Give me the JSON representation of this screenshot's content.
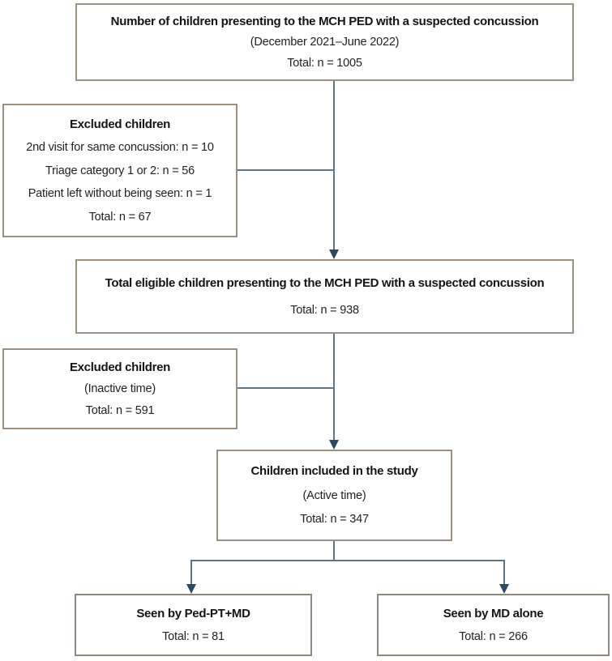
{
  "colors": {
    "background": "#ffffff",
    "box_border": "#9b9082",
    "connector_line": "#5f7389",
    "arrowhead": "#2e4a63",
    "text": "#1c1c1c"
  },
  "flowchart": {
    "top_box": {
      "title": "Number of children presenting to the MCH PED with a suspected concussion",
      "subtitle": "(December 2021–June 2022)",
      "total": "Total: n = 1005"
    },
    "excluded_box_1": {
      "title": "Excluded children",
      "items": [
        "2nd visit for same concussion: n = 10",
        "Triage category 1 or 2: n = 56",
        "Patient left without being seen: n = 1"
      ],
      "total": "Total: n = 67"
    },
    "eligible_box": {
      "title": "Total eligible children presenting to the MCH PED with a suspected concussion",
      "total": "Total: n = 938"
    },
    "excluded_box_2": {
      "title": "Excluded children",
      "subtitle": "(Inactive time)",
      "total": "Total: n = 591"
    },
    "included_box": {
      "title": "Children included in the study",
      "subtitle": "(Active time)",
      "total": "Total: n = 347"
    },
    "seen_ptmd_box": {
      "title": "Seen by Ped-PT+MD",
      "total": "Total: n = 81"
    },
    "seen_md_box": {
      "title": "Seen by MD alone",
      "total": "Total: n = 266"
    }
  }
}
